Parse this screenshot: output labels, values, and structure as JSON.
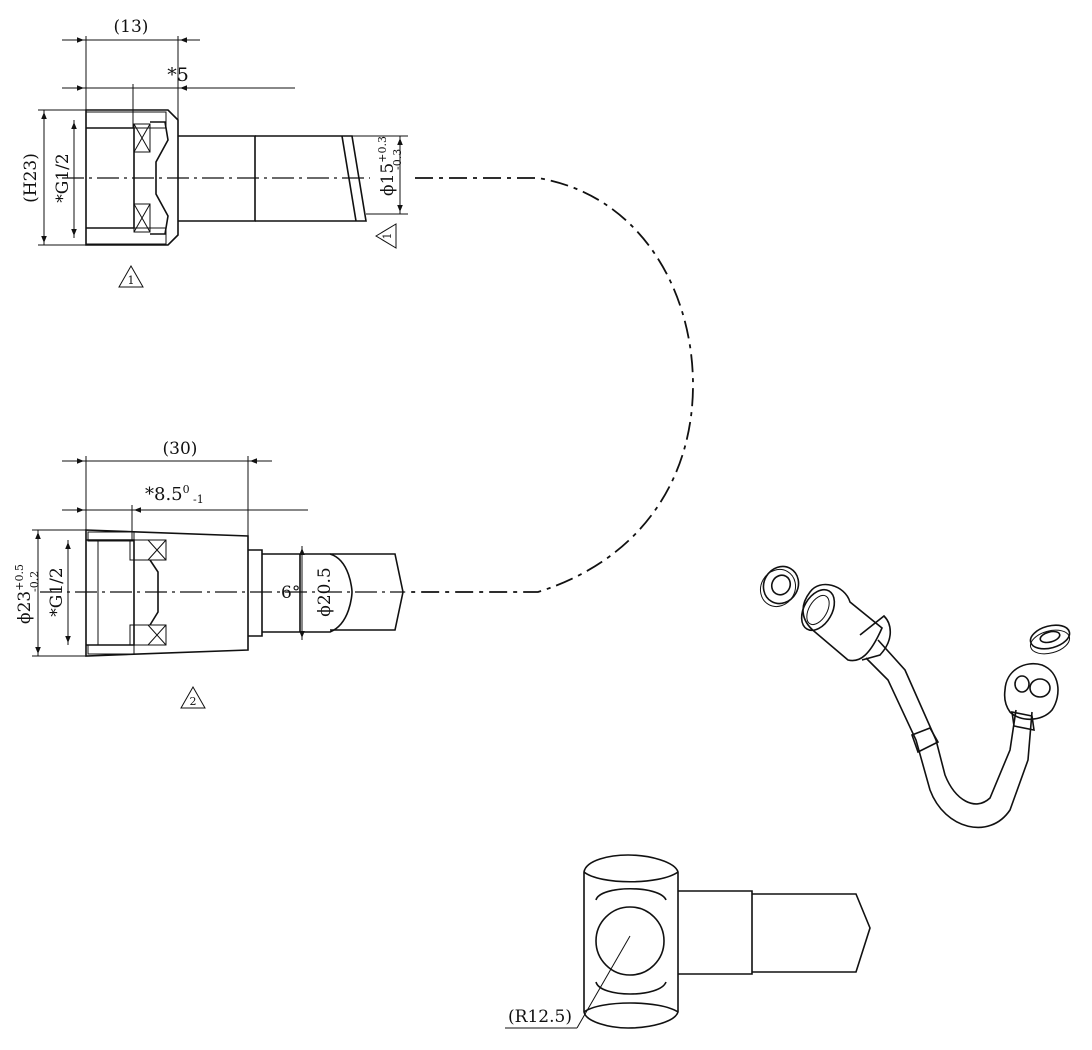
{
  "dimensions": {
    "d13": "(13)",
    "d5": "*5",
    "dH23": "(H23)",
    "dG12_top": "*G1/2",
    "d15": "ϕ15",
    "d15_tol_upper": "+0.3",
    "d15_tol_lower": "-0.3",
    "d30": "(30)",
    "d85": "*8.5",
    "d85_tol_upper": "0",
    "d85_tol_lower": "-1",
    "d23": "ϕ23",
    "d23_tol_upper": "+0.5",
    "d23_tol_lower": "-0.2",
    "dG12_bottom": "*G1/2",
    "angle": "6°",
    "d205": "ϕ20.5",
    "r125": "(R12.5)"
  },
  "markers": {
    "marker1_top": "1",
    "marker1_rotated": "1",
    "marker2": "2"
  },
  "colors": {
    "line": "#111111",
    "background": "#ffffff",
    "fitting_fill": "#f4f4f4"
  }
}
